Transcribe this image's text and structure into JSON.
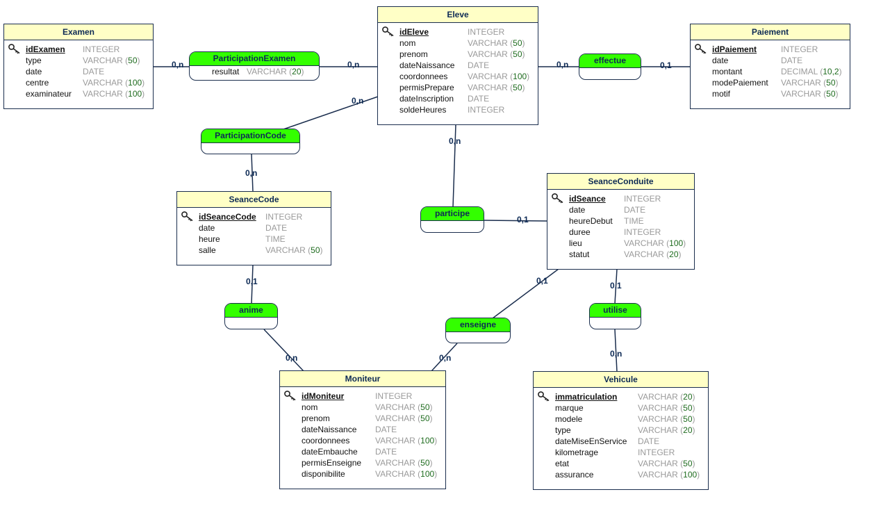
{
  "entities": {
    "examen": {
      "title": "Examen",
      "fields": [
        {
          "name": "idExamen",
          "pk": true,
          "type": "INTEGER"
        },
        {
          "name": "type",
          "type": "VARCHAR",
          "len": "50"
        },
        {
          "name": "date",
          "type": "DATE"
        },
        {
          "name": "centre",
          "type": "VARCHAR",
          "len": "100"
        },
        {
          "name": "examinateur",
          "type": "VARCHAR",
          "len": "100"
        }
      ]
    },
    "eleve": {
      "title": "Eleve",
      "fields": [
        {
          "name": "idEleve",
          "pk": true,
          "type": "INTEGER"
        },
        {
          "name": "nom",
          "type": "VARCHAR",
          "len": "50"
        },
        {
          "name": "prenom",
          "type": "VARCHAR",
          "len": "50"
        },
        {
          "name": "dateNaissance",
          "type": "DATE"
        },
        {
          "name": "coordonnees",
          "type": "VARCHAR",
          "len": "100"
        },
        {
          "name": "permisPrepare",
          "type": "VARCHAR",
          "len": "50"
        },
        {
          "name": "dateInscription",
          "type": "DATE"
        },
        {
          "name": "soldeHeures",
          "type": "INTEGER"
        }
      ]
    },
    "paiement": {
      "title": "Paiement",
      "fields": [
        {
          "name": "idPaiement",
          "pk": true,
          "type": "INTEGER"
        },
        {
          "name": "date",
          "type": "DATE"
        },
        {
          "name": "montant",
          "type": "DECIMAL",
          "len": "10,2"
        },
        {
          "name": "modePaiement",
          "type": "VARCHAR",
          "len": "50"
        },
        {
          "name": "motif",
          "type": "VARCHAR",
          "len": "50"
        }
      ]
    },
    "seanceCode": {
      "title": "SeanceCode",
      "fields": [
        {
          "name": "idSeanceCode",
          "pk": true,
          "type": "INTEGER"
        },
        {
          "name": "date",
          "type": "DATE"
        },
        {
          "name": "heure",
          "type": "TIME"
        },
        {
          "name": "salle",
          "type": "VARCHAR",
          "len": "50"
        }
      ]
    },
    "seanceConduite": {
      "title": "SeanceConduite",
      "fields": [
        {
          "name": "idSeance",
          "pk": true,
          "type": "INTEGER"
        },
        {
          "name": "date",
          "type": "DATE"
        },
        {
          "name": "heureDebut",
          "type": "TIME"
        },
        {
          "name": "duree",
          "type": "INTEGER"
        },
        {
          "name": "lieu",
          "type": "VARCHAR",
          "len": "100"
        },
        {
          "name": "statut",
          "type": "VARCHAR",
          "len": "20"
        }
      ]
    },
    "moniteur": {
      "title": "Moniteur",
      "fields": [
        {
          "name": "idMoniteur",
          "pk": true,
          "type": "INTEGER"
        },
        {
          "name": "nom",
          "type": "VARCHAR",
          "len": "50"
        },
        {
          "name": "prenom",
          "type": "VARCHAR",
          "len": "50"
        },
        {
          "name": "dateNaissance",
          "type": "DATE"
        },
        {
          "name": "coordonnees",
          "type": "VARCHAR",
          "len": "100"
        },
        {
          "name": "dateEmbauche",
          "type": "DATE"
        },
        {
          "name": "permisEnseigne",
          "type": "VARCHAR",
          "len": "50"
        },
        {
          "name": "disponibilite",
          "type": "VARCHAR",
          "len": "100"
        }
      ]
    },
    "vehicule": {
      "title": "Vehicule",
      "fields": [
        {
          "name": "immatriculation",
          "pk": true,
          "type": "VARCHAR",
          "len": "20"
        },
        {
          "name": "marque",
          "type": "VARCHAR",
          "len": "50"
        },
        {
          "name": "modele",
          "type": "VARCHAR",
          "len": "50"
        },
        {
          "name": "type",
          "type": "VARCHAR",
          "len": "20"
        },
        {
          "name": "dateMiseEnService",
          "type": "DATE"
        },
        {
          "name": "kilometrage",
          "type": "INTEGER"
        },
        {
          "name": "etat",
          "type": "VARCHAR",
          "len": "50"
        },
        {
          "name": "assurance",
          "type": "VARCHAR",
          "len": "100"
        }
      ]
    }
  },
  "associations": {
    "participationExamen": {
      "name": "ParticipationExamen",
      "attributes": [
        {
          "name": "resultat",
          "type": "VARCHAR",
          "len": "20"
        }
      ]
    },
    "effectue": {
      "name": "effectue"
    },
    "participationCode": {
      "name": "ParticipationCode"
    },
    "participe": {
      "name": "participe"
    },
    "anime": {
      "name": "anime"
    },
    "enseigne": {
      "name": "enseigne"
    },
    "utilise": {
      "name": "utilise"
    }
  },
  "cardinalities": {
    "examen_pe": "0,n",
    "eleve_pe": "0,n",
    "eleve_effectue": "0,n",
    "paiement_effectue": "0,1",
    "eleve_pc": "0,n",
    "seancecode_pc": "0,n",
    "eleve_participe": "0,n",
    "seanceconduite_participe": "0,1",
    "seancecode_anime": "0,1",
    "moniteur_anime": "0,n",
    "seanceconduite_enseigne": "0,1",
    "moniteur_enseigne": "0,n",
    "seanceconduite_utilise": "0,1",
    "vehicule_utilise": "0,n"
  },
  "colors": {
    "line": "#1a2d4d",
    "entity_header": "#ffffc6",
    "association_header": "#33ff00",
    "type_text": "#9a9a9a",
    "type_number": "#1e6b1e"
  },
  "icons": {
    "primary_key": "key-icon"
  }
}
